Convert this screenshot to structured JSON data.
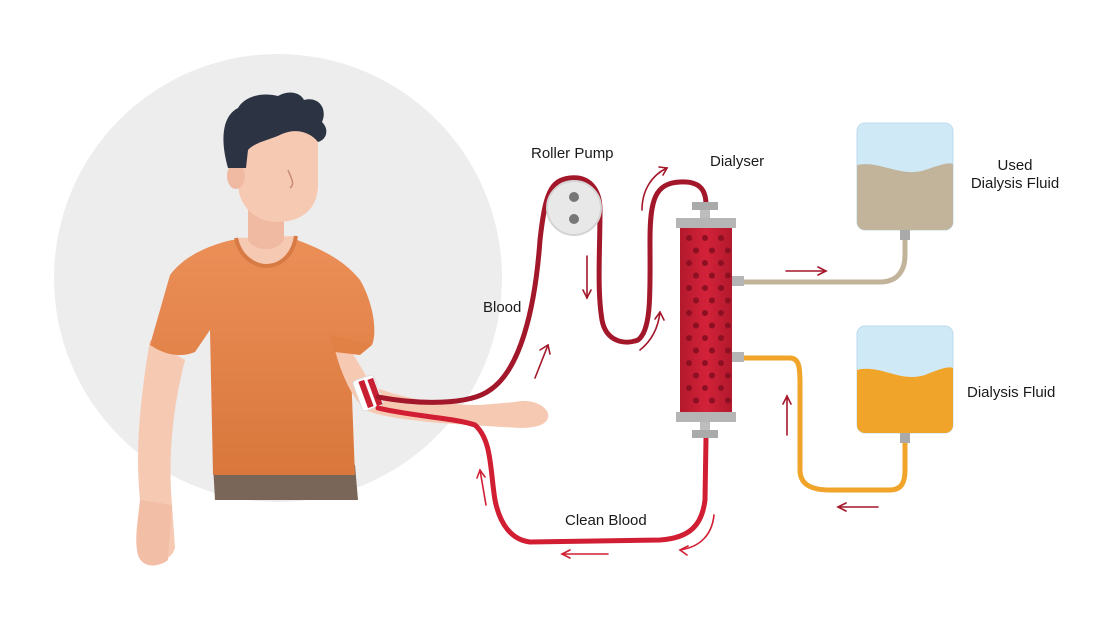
{
  "diagram": {
    "labels": {
      "roller_pump": "Roller Pump",
      "dialyser": "Dialyser",
      "blood": "Blood",
      "clean_blood": "Clean Blood",
      "used_fluid_line1": "Used",
      "used_fluid_line2": "Dialysis Fluid",
      "dialysis_fluid": "Dialysis Fluid"
    },
    "colors": {
      "background_circle": "#ededed",
      "shirt": "#e8874e",
      "skin": "#f6c9b3",
      "hair": "#2c3342",
      "pants": "#7a6659",
      "blood_dark": "#a3172a",
      "blood_clean": "#d11e33",
      "dialyser_body": "#c81e32",
      "used_fluid": "#c2b49b",
      "fresh_fluid": "#f0a52a",
      "bag_top": "#cfe9f6"
    }
  }
}
